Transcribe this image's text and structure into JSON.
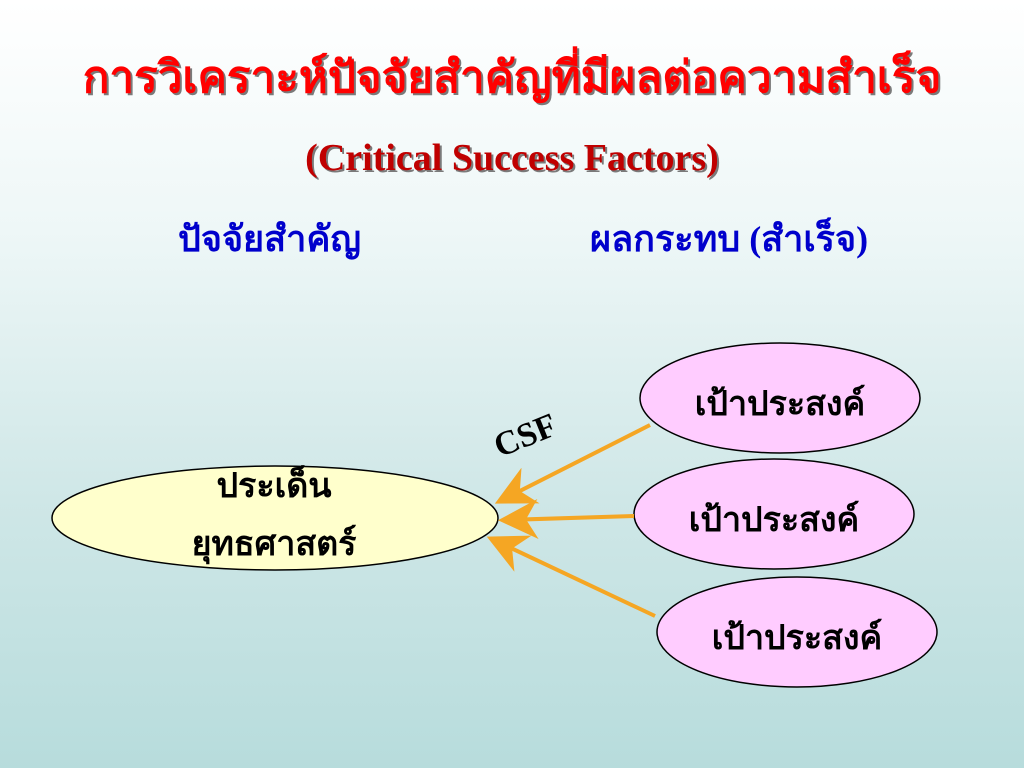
{
  "title": {
    "thai": "การวิเคราะห์ปัจจัยสำคัญที่มีผลต่อความสำเร็จ",
    "english": "(Critical Success Factors)"
  },
  "columns": {
    "left": "ปัจจัยสำคัญ",
    "right": "ผลกระทบ (สำเร็จ)"
  },
  "diagram": {
    "source": {
      "line1": "ประเด็น",
      "line2": "ยุทธศาสตร์"
    },
    "targets": [
      {
        "label": "เป้าประสงค์"
      },
      {
        "label": "เป้าประสงค์"
      },
      {
        "label": "เป้าประสงค์"
      }
    ],
    "edge_label": "CSF",
    "colors": {
      "source_fill": "#ffffcc",
      "target_fill": "#ffccff",
      "arrow": "#f5a623",
      "title_red": "#ff0000",
      "heading_blue": "#0000cc"
    }
  }
}
